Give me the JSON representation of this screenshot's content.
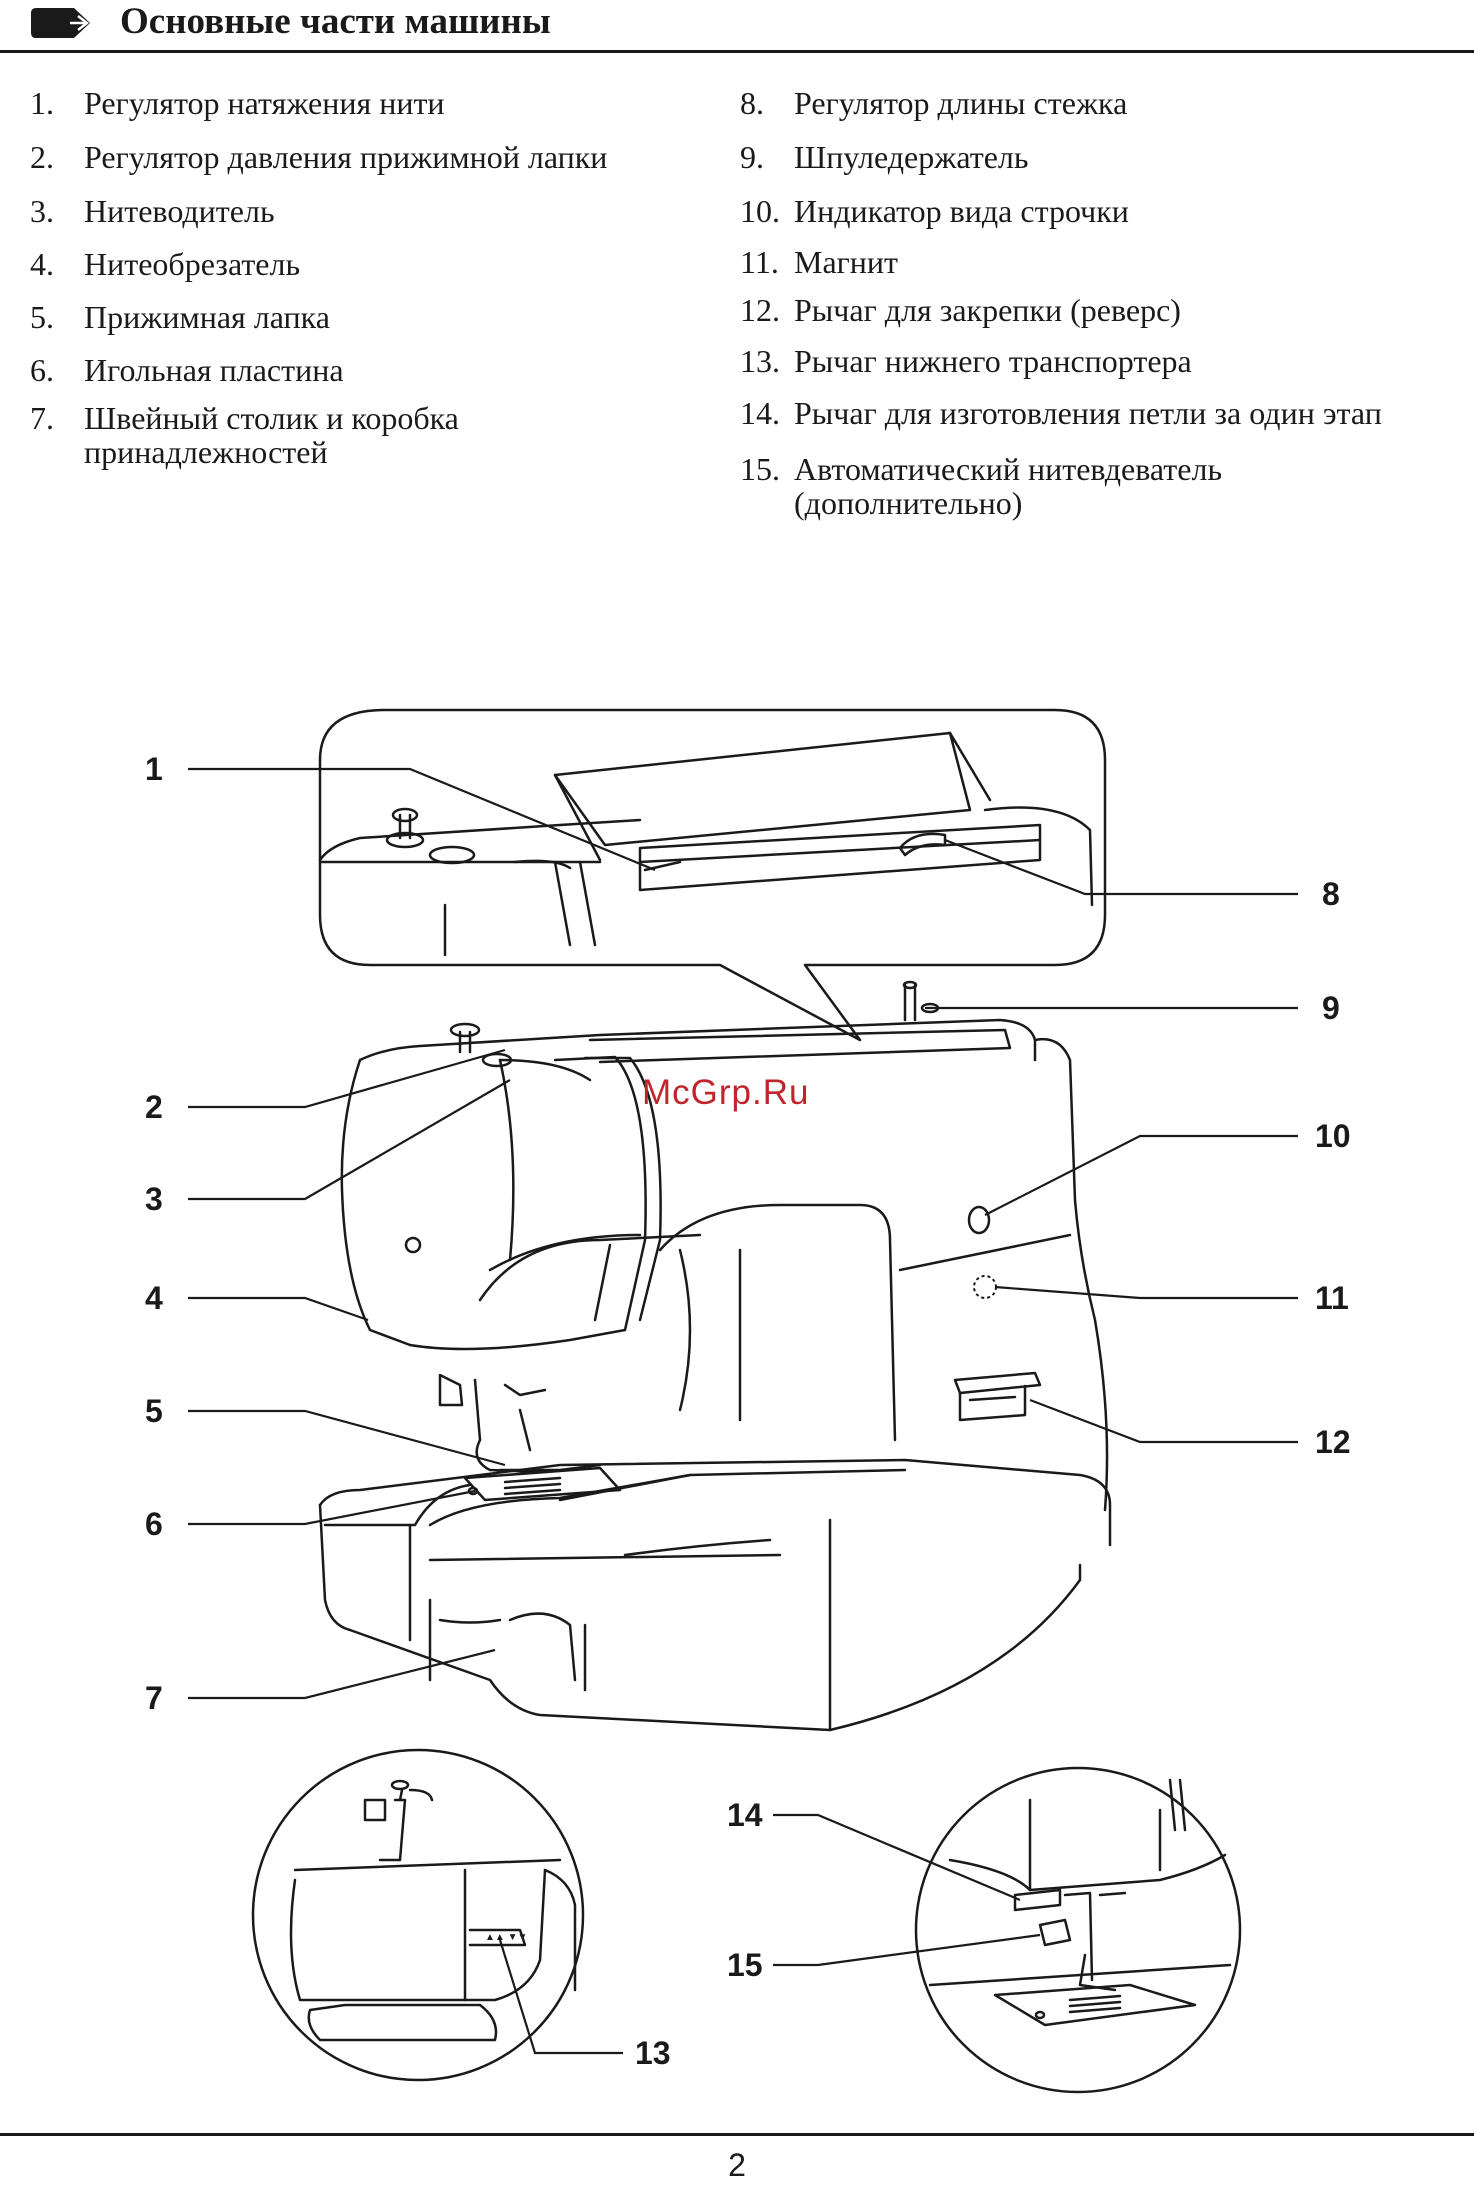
{
  "header": {
    "title": "Основные части машины"
  },
  "parts_left": [
    {
      "num": "1.",
      "text": "Регулятор натяжения нити"
    },
    {
      "num": "2.",
      "text": "Регулятор давления прижимной лапки"
    },
    {
      "num": "3.",
      "text": "Нитеводитель"
    },
    {
      "num": "4.",
      "text": "Нитеобрезатель"
    },
    {
      "num": "5.",
      "text": "Прижимная лапка"
    },
    {
      "num": "6.",
      "text": "Игольная пластина"
    },
    {
      "num": "7.",
      "text": "Швейный столик и коробка",
      "text2": "принадлежностей"
    }
  ],
  "parts_right": [
    {
      "num": "8.",
      "text": "Регулятор длины стежка"
    },
    {
      "num": "9.",
      "text": "Шпуледержатель"
    },
    {
      "num": "10.",
      "text": "Индикатор вида строчки"
    },
    {
      "num": "11.",
      "text": "Магнит"
    },
    {
      "num": "12.",
      "text": "Рычаг для закрепки (реверс)"
    },
    {
      "num": "13.",
      "text": "Рычаг нижнего транспортера"
    },
    {
      "num": "14.",
      "text": "Рычаг для изготовления петли за один этап"
    },
    {
      "num": "15.",
      "text": "Автоматический нитевдеватель",
      "text2": "(дополнительно)"
    }
  ],
  "figure": {
    "callouts": [
      "1",
      "2",
      "3",
      "4",
      "5",
      "6",
      "7",
      "8",
      "9",
      "10",
      "11",
      "12",
      "13",
      "14",
      "15"
    ]
  },
  "watermark": "McGrp.Ru",
  "footer": {
    "page_number": "2"
  }
}
